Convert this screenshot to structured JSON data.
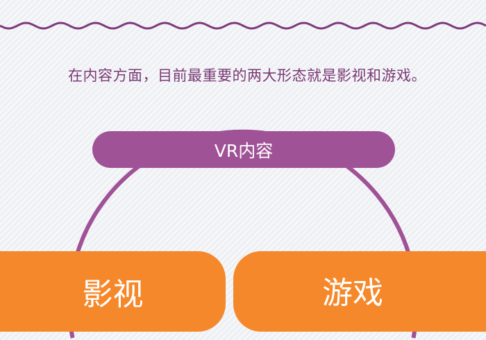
{
  "intro_text": "在内容方面，目前最重要的两大形态就是影视和游戏。",
  "root_label": "VR内容",
  "branches": [
    {
      "label": "影视"
    },
    {
      "label": "游戏"
    }
  ],
  "colors": {
    "purple": "#a05297",
    "orange": "#f5882a",
    "text": "#7a3a76",
    "wave": "#7e3a7c"
  }
}
